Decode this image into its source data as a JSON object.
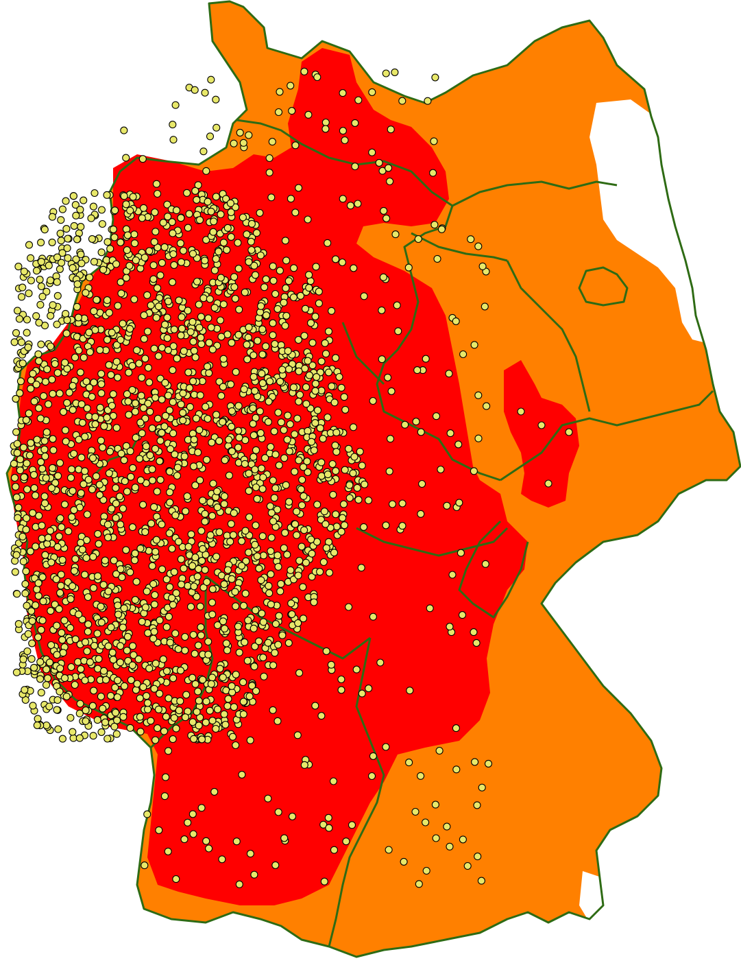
{
  "map": {
    "colors": {
      "background": "#ffffff",
      "outside_zone": "#ff8000",
      "inner_zone": "#ff0000",
      "border": "#2e6b14",
      "point_fill": "#e8e86a",
      "point_stroke": "#000000"
    },
    "layers": [
      "region-fill-orange",
      "zone-fill-red",
      "state-borders",
      "sample-points"
    ]
  }
}
